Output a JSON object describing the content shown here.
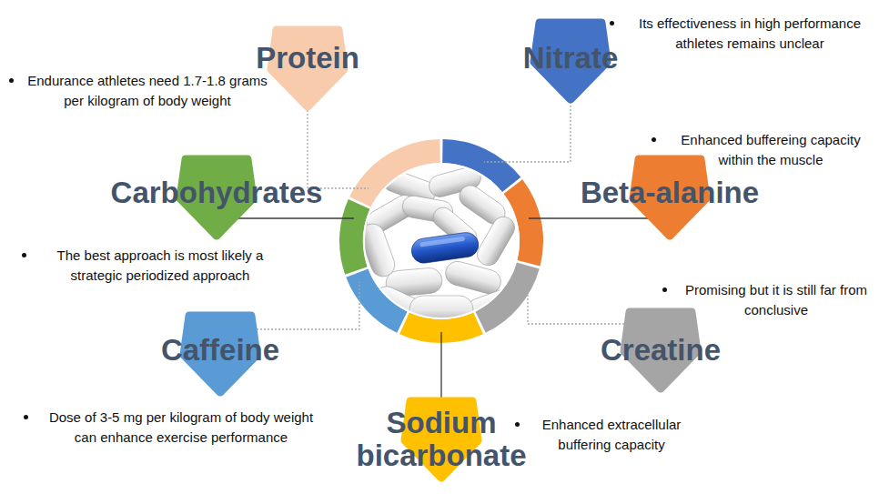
{
  "diagram": {
    "nodes": [
      {
        "text": [
          "Protein"
        ]
      },
      {
        "text": [
          "Nitrate"
        ]
      },
      {
        "text": [
          "Carbohydrates"
        ]
      },
      {
        "text": [
          "Beta-alanine"
        ]
      },
      {
        "text": [
          "Caffeine"
        ]
      },
      {
        "text": [
          "Creatine"
        ]
      },
      {
        "text": [
          "Sodium bicarbonate"
        ]
      }
    ],
    "labels": [
      "Endurance athletes need 1.7-1.8 grams per kilogram of body weight",
      "Its effectiveness in high performance athletes remains unclear",
      "The best approach is most likely a strategic periodized approach",
      "Enhanced buffereing capacity within the muscle",
      "Dose of 3-5 mg per kilogram of body weight can enhance exercise performance",
      "Promising but it is still far from conclusive",
      "Enhanced extracellular buffering capacity"
    ]
  }
}
